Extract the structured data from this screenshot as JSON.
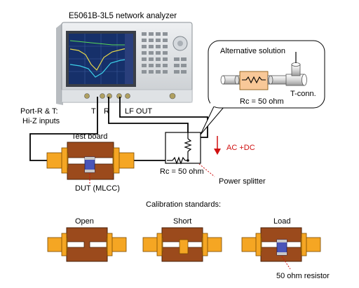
{
  "analyzer": {
    "title": "E5061B-3L5 network analyzer",
    "port_t": "T",
    "port_r": "R",
    "lf_out": "LF OUT"
  },
  "inputs_label": {
    "line1": "Port-R & T:",
    "line2": "Hi-Z inputs"
  },
  "test_board": {
    "label": "Test board",
    "dut_label": "DUT (MLCC)"
  },
  "splitter": {
    "rc_label": "Rc = 50 ohm",
    "name_label": "Power splitter",
    "ac_dc_label": "AC +DC"
  },
  "alternative": {
    "title": "Alternative solution",
    "rc_label": "Rc = 50 ohm",
    "tconn_label": "T-conn."
  },
  "calibration": {
    "title": "Calibration standards:",
    "open_label": "Open",
    "short_label": "Short",
    "load_label": "Load",
    "resistor_label": "50 ohm resistor"
  },
  "colors": {
    "board_brown": "#9b4a1c",
    "connector_orange": "#f5a623",
    "annotation_red": "#d01010",
    "dut_blue": "#4a55b8",
    "resistor_box": "#f8c898",
    "bubble_fill": "#ffffff"
  }
}
